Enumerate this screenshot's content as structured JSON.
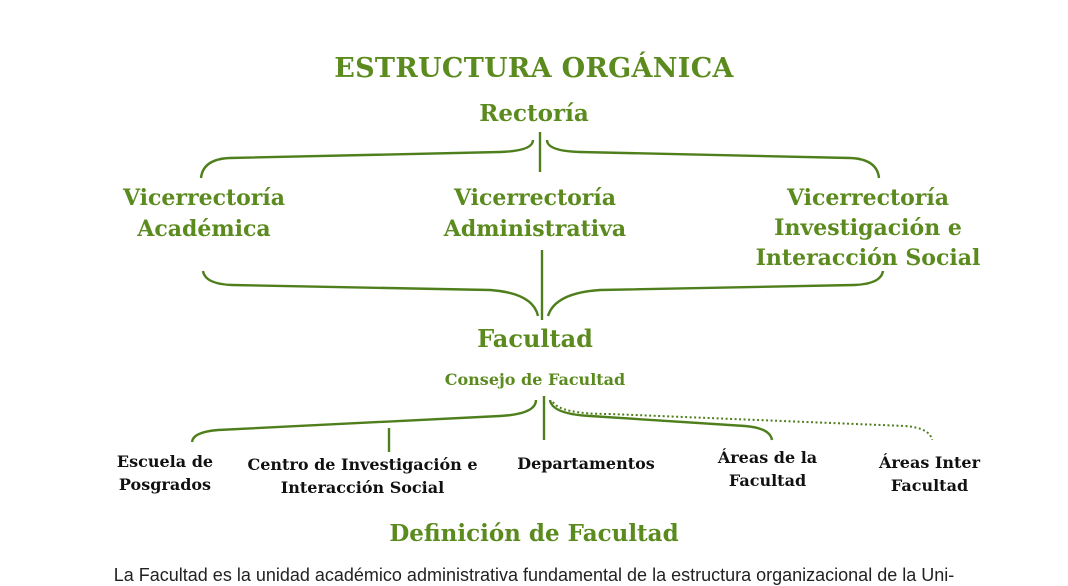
{
  "title": "ESTRUCTURA ORGÁNICA",
  "rectoria": "Rectoría",
  "vicerrectorias": [
    {
      "line1": "Vicerrectoría",
      "line2": "Académica"
    },
    {
      "line1": "Vicerrectoría",
      "line2": "Administrativa"
    },
    {
      "line1": "Vicerrectoría",
      "line2": "Investigación e",
      "line3": "Interacción Social"
    }
  ],
  "facultad": "Facultad",
  "consejo": "Consejo de Facultad",
  "units": [
    {
      "line1": "Escuela de",
      "line2": "Posgrados"
    },
    {
      "line1": "Centro de Investigación e",
      "line2": "Interacción Social"
    },
    {
      "line1": "Departamentos"
    },
    {
      "line1": "Áreas de la",
      "line2": "Facultad"
    },
    {
      "line1": "Áreas Inter",
      "line2": "Facultad"
    }
  ],
  "definition_title": "Definición de Facultad",
  "definition_text": "La Facultad es la unidad académico administrativa fundamental de la estructura organizacional de la Uni-",
  "colors": {
    "accent": "#5b8a1e",
    "line": "#4f7f1c",
    "text_dark": "#111111"
  }
}
